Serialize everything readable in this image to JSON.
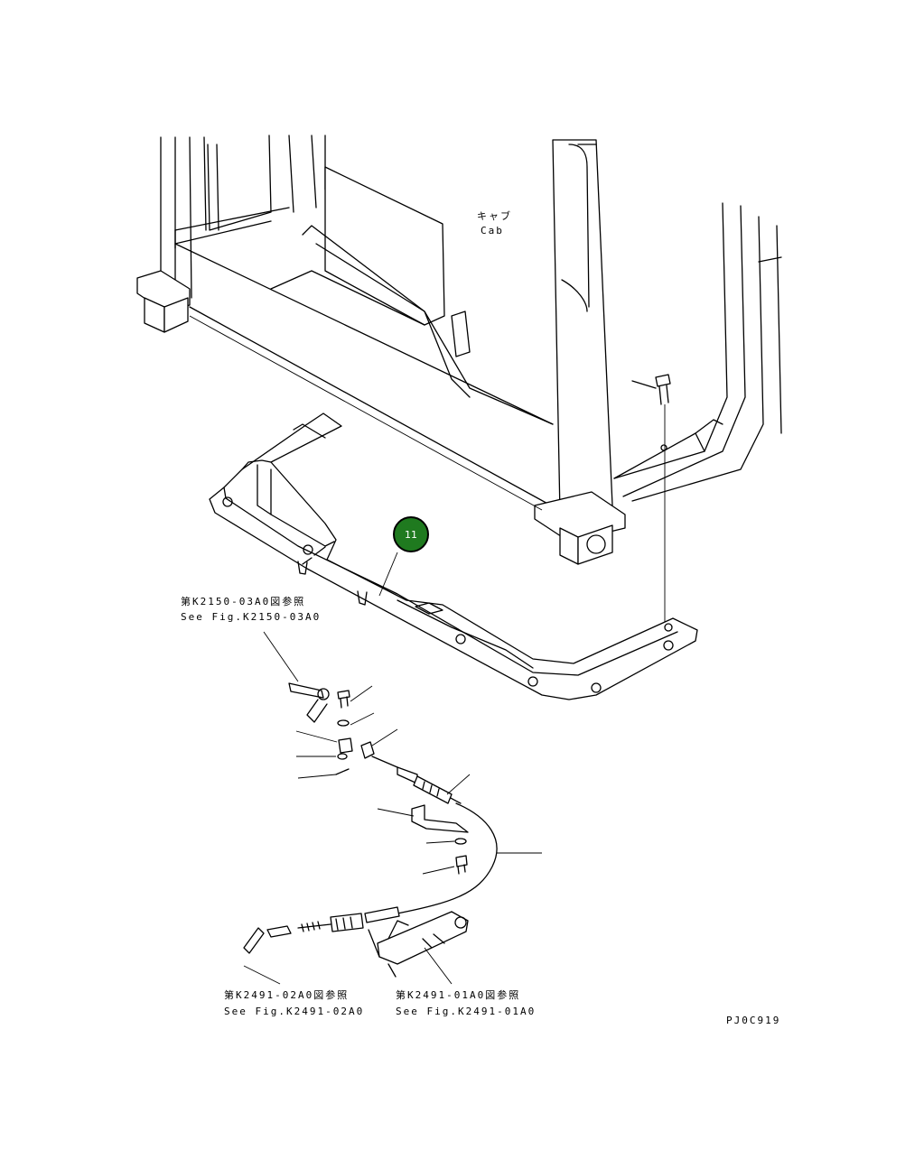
{
  "diagram": {
    "drawing_code": "PJ0C919",
    "cab_label_jp": "キャブ",
    "cab_label_en": "Cab",
    "callout_badge": {
      "number": "11",
      "color": "#1f7a1f"
    },
    "references": [
      {
        "jp": "第K2150-03A0図参照",
        "en": "See Fig.K2150-03A0"
      },
      {
        "jp": "第K2491-02A0図参照",
        "en": "See Fig.K2491-02A0"
      },
      {
        "jp": "第K2491-01A0図参照",
        "en": "See Fig.K2491-01A0"
      }
    ]
  }
}
